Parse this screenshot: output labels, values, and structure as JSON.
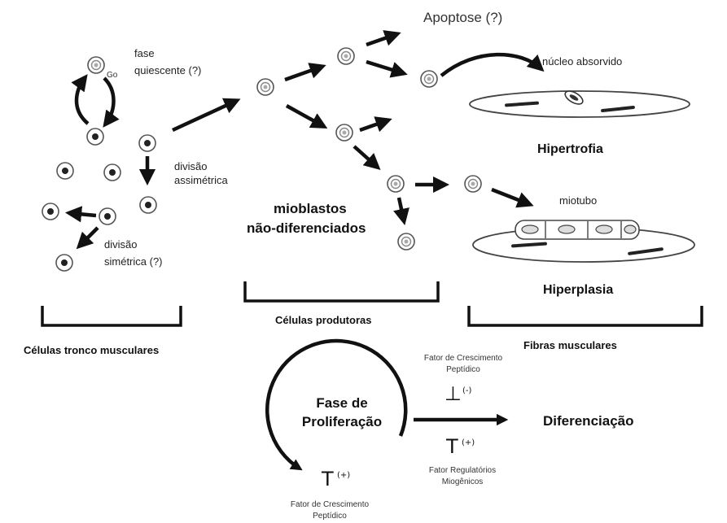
{
  "labels": {
    "apoptose": "Apoptose (?)",
    "fase_quiescente_1": "fase",
    "fase_quiescente_2": "quiescente (?)",
    "go": "Go",
    "nucleo_absorvido": "núcleo absorvido",
    "hipertrofia": "Hipertrofia",
    "divisao_assimetrica_1": "divisão",
    "divisao_assimetrica_2": "assimétrica",
    "mioblastos_1": "mioblastos",
    "mioblastos_2": "não-diferenciados",
    "miotubo": "miotubo",
    "divisao_simetrica_1": "divisão",
    "divisao_simetrica_2": "simétrica (?)",
    "hiperplasia": "Hiperplasia",
    "celulas_produtoras": "Células produtoras",
    "celulas_tronco": "Células tronco musculares",
    "fibras_musculares": "Fibras musculares",
    "fator_crescimento_top_1": "Fator de Crescimento",
    "fator_crescimento_top_2": "Peptídico",
    "inhibit_sup": "(-)",
    "fase_proliferacao_1": "Fase de",
    "fase_proliferacao_2": "Proliferação",
    "diferenciacao": "Diferenciação",
    "promote_sup": "(+)",
    "fator_regulatorios_1": "Fator Regulatórios",
    "fator_regulatorios_2": "Miogênicos",
    "fator_crescimento_bottom_1": "Fator de Crescimento",
    "fator_crescimento_bottom_2": "Peptídico",
    "promote_sup_cycle": "(+)",
    "inhibit_symbol": "⊥",
    "promote_symbol": "T"
  },
  "colors": {
    "line": "#111111",
    "stem_nucleus": "#222222",
    "producer_nucleus": "#aaaaaa"
  }
}
